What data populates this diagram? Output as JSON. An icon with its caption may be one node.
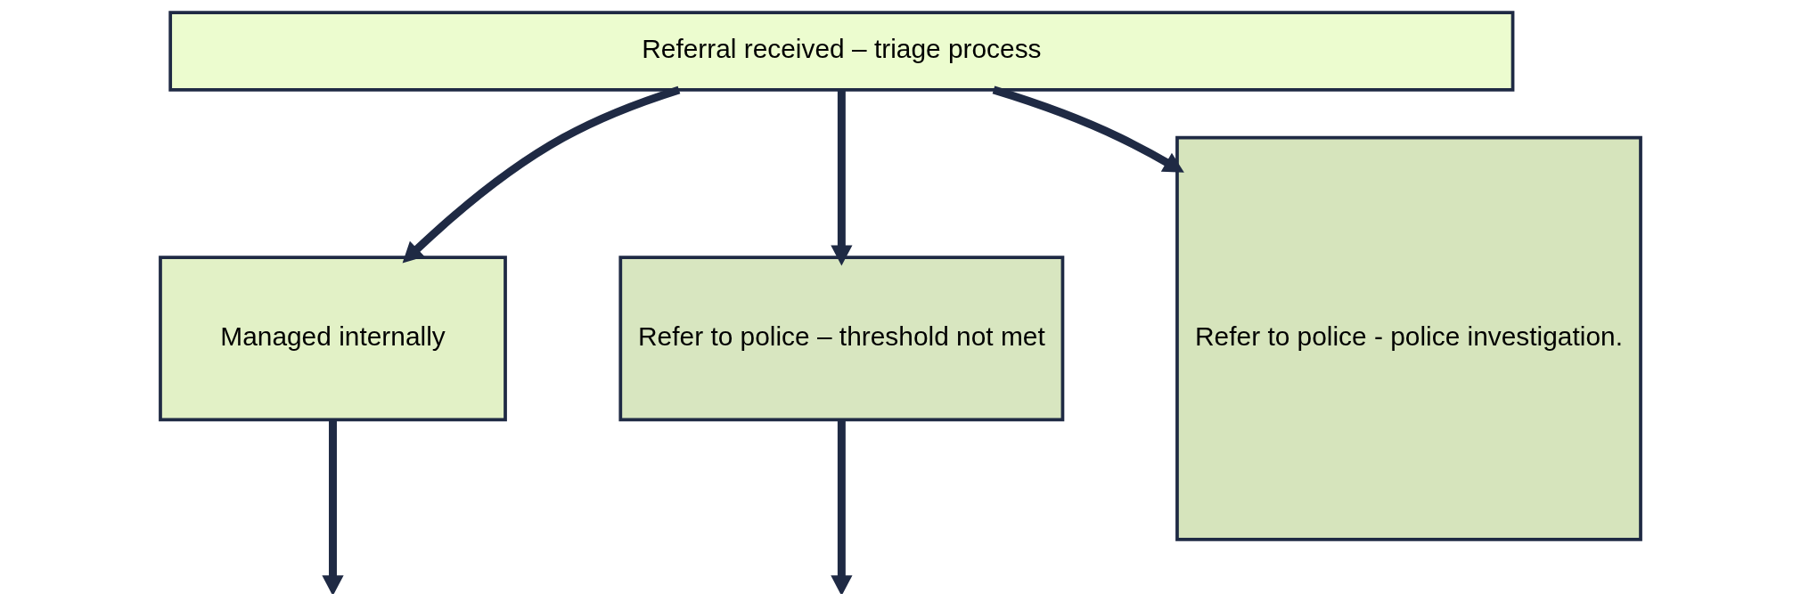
{
  "diagram": {
    "nodes": [
      {
        "text": [
          "Referral received – triage process"
        ]
      },
      {
        "text": [
          "Managed internally"
        ]
      },
      {
        "text": [
          "Refer to police – threshold not met"
        ]
      },
      {
        "text": [
          "Refer to police - police investigation."
        ]
      }
    ],
    "edges": [
      {
        "from": 0,
        "to": 1,
        "arrow": "to"
      },
      {
        "from": 0,
        "to": 2,
        "arrow": "to"
      },
      {
        "from": 0,
        "to": 3,
        "arrow": "to"
      },
      {
        "from": 1,
        "to": null,
        "arrow": "to"
      },
      {
        "from": 2,
        "to": null,
        "arrow": "to"
      }
    ]
  }
}
